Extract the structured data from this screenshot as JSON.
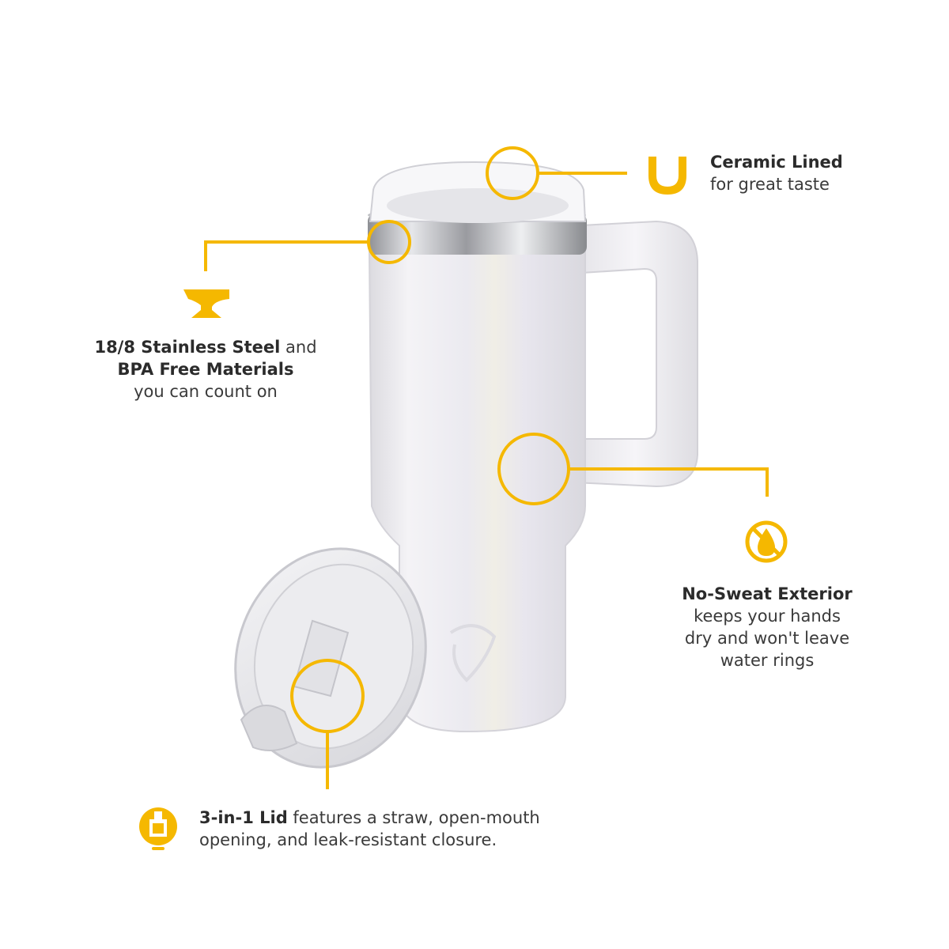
{
  "colors": {
    "accent": "#F5B800",
    "text": "#3a3a3a",
    "background": "#ffffff",
    "tumbler": "#ecebef"
  },
  "callouts": {
    "ceramic": {
      "icon": "ceramic-u-icon",
      "title": "Ceramic Lined",
      "line2": "for great taste"
    },
    "steel": {
      "icon": "anvil-icon",
      "title1": "18/8 Stainless Steel",
      "title1_suffix": " and",
      "title2": "BPA Free Materials",
      "line3": "you can count on"
    },
    "nosweat": {
      "icon": "no-drop-icon",
      "title": "No-Sweat Exterior",
      "line2": "keeps your hands",
      "line3": "dry and won't leave",
      "line4": "water rings"
    },
    "lid": {
      "icon": "lid-icon",
      "title": "3-in-1 Lid",
      "line1_rest": " features a straw, open-mouth",
      "line2": "opening, and leak-resistant closure."
    }
  }
}
